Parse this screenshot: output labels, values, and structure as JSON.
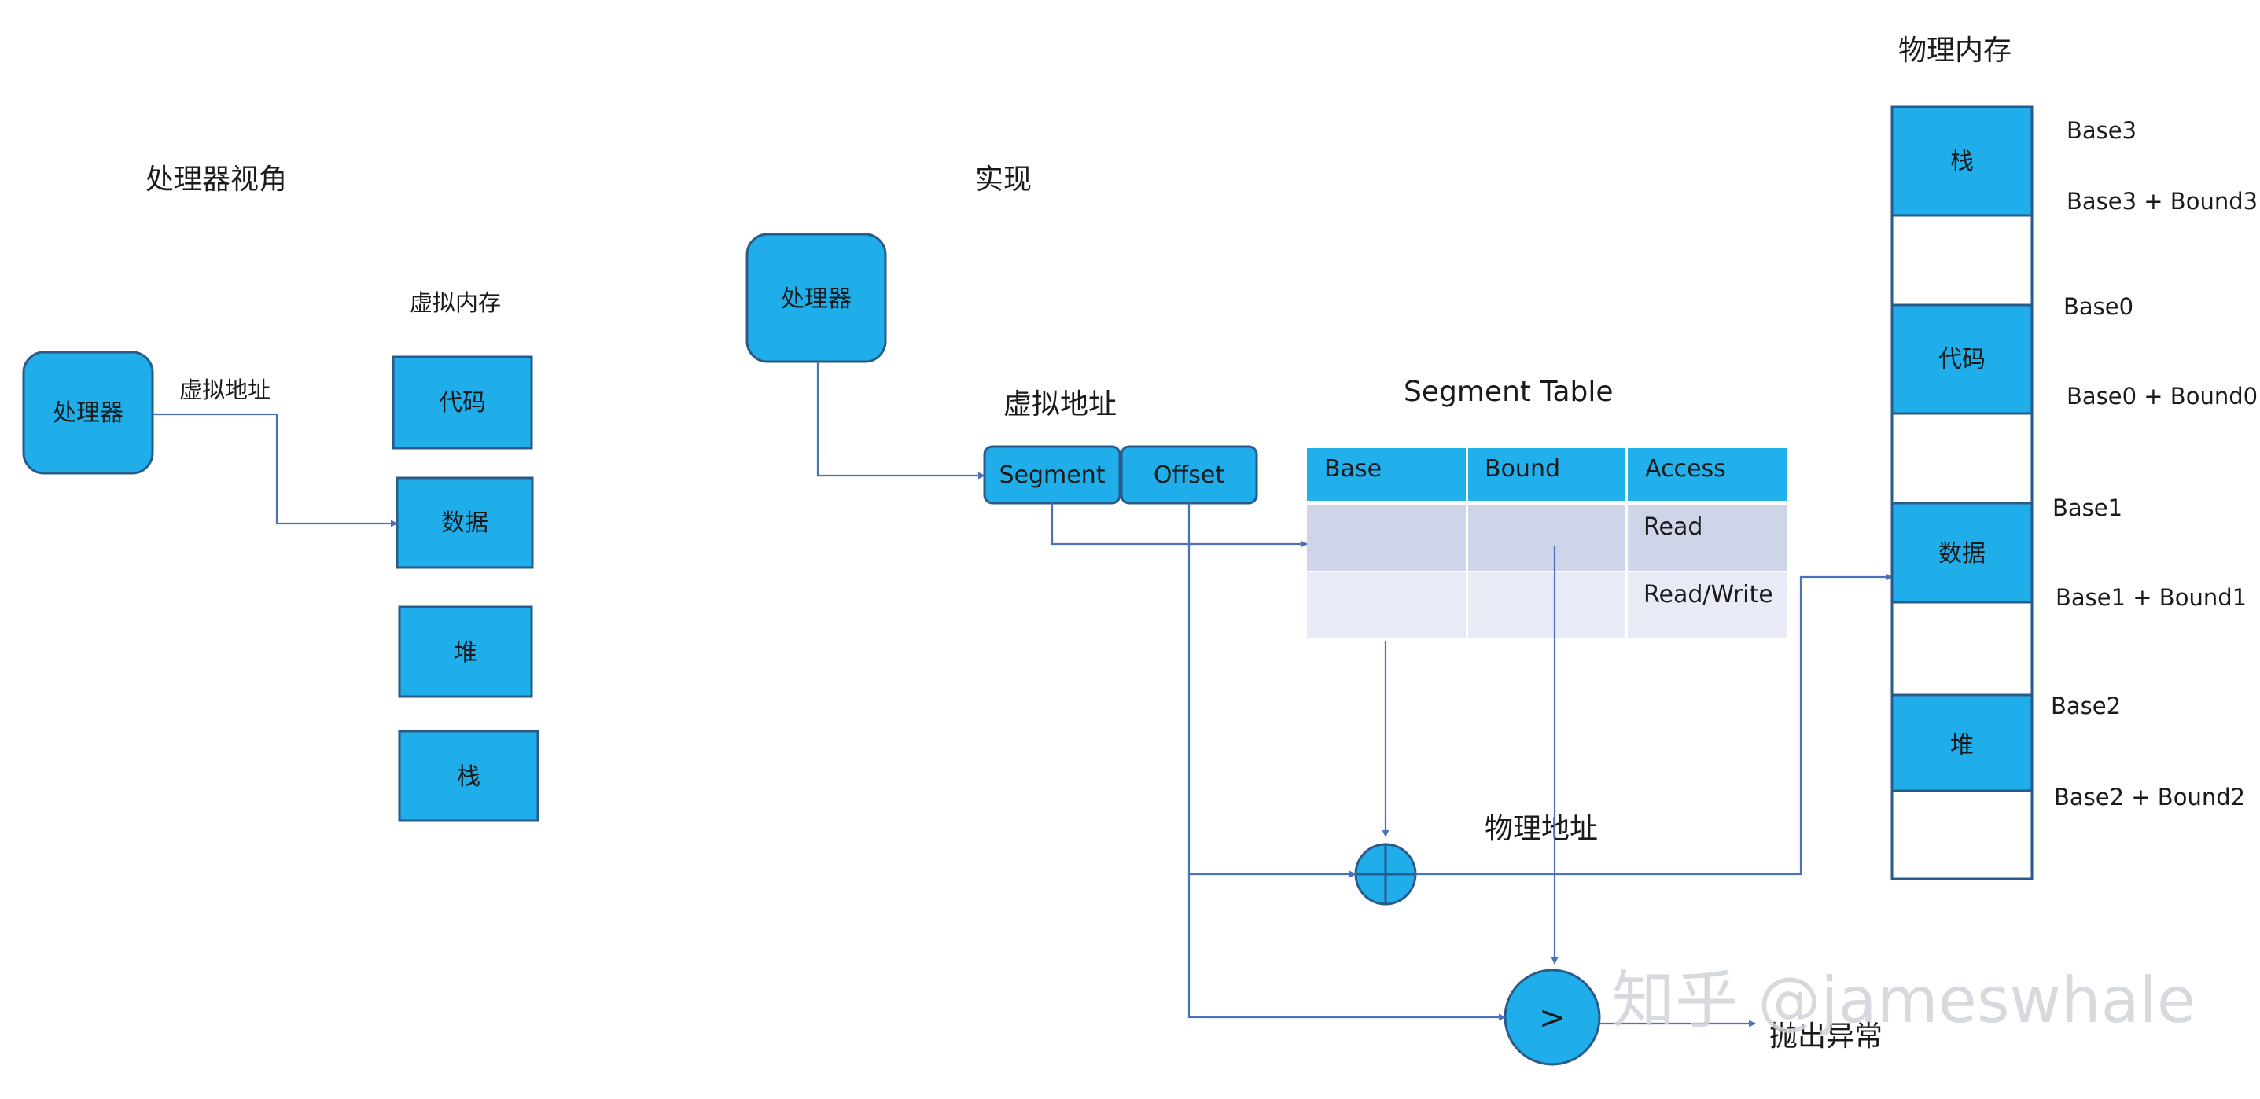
{
  "titles": {
    "processor_view": "处理器视角",
    "implementation": "实现",
    "physical_memory": "物理内存",
    "segment_table": "Segment Table"
  },
  "left": {
    "processor": "处理器",
    "virtual_address_label": "虚拟地址",
    "virtual_memory_label": "虚拟内存",
    "segments": [
      "代码",
      "数据",
      "堆",
      "栈"
    ]
  },
  "mid": {
    "processor": "处理器",
    "virtual_address_label": "虚拟地址",
    "segment_field": "Segment",
    "offset_field": "Offset",
    "physical_address_label": "物理地址",
    "compare_symbol": ">",
    "exception_label": "抛出异常"
  },
  "table": {
    "columns": [
      "Base",
      "Bound",
      "Access"
    ],
    "rows": [
      [
        "",
        "",
        "Read"
      ],
      [
        "",
        "",
        "Read/Write"
      ]
    ]
  },
  "physical": {
    "blocks": [
      {
        "label": "栈",
        "top": "Base3",
        "bottom": "Base3 + Bound3"
      },
      {
        "label": "代码",
        "top": "Base0",
        "bottom": "Base0 + Bound0"
      },
      {
        "label": "数据",
        "top": "Base1",
        "bottom": "Base1 + Bound1"
      },
      {
        "label": "堆",
        "top": "Base2",
        "bottom": "Base2 + Bound2"
      }
    ]
  },
  "watermark": "知乎 @jameswhale",
  "colors": {
    "box_fill": "#1faee9",
    "box_stroke": "#2a5a8a",
    "connector": "#4a72b8",
    "table_header": "#22b0ec",
    "table_row_1": "#cfd5e9",
    "table_row_2": "#e8ebf5"
  }
}
